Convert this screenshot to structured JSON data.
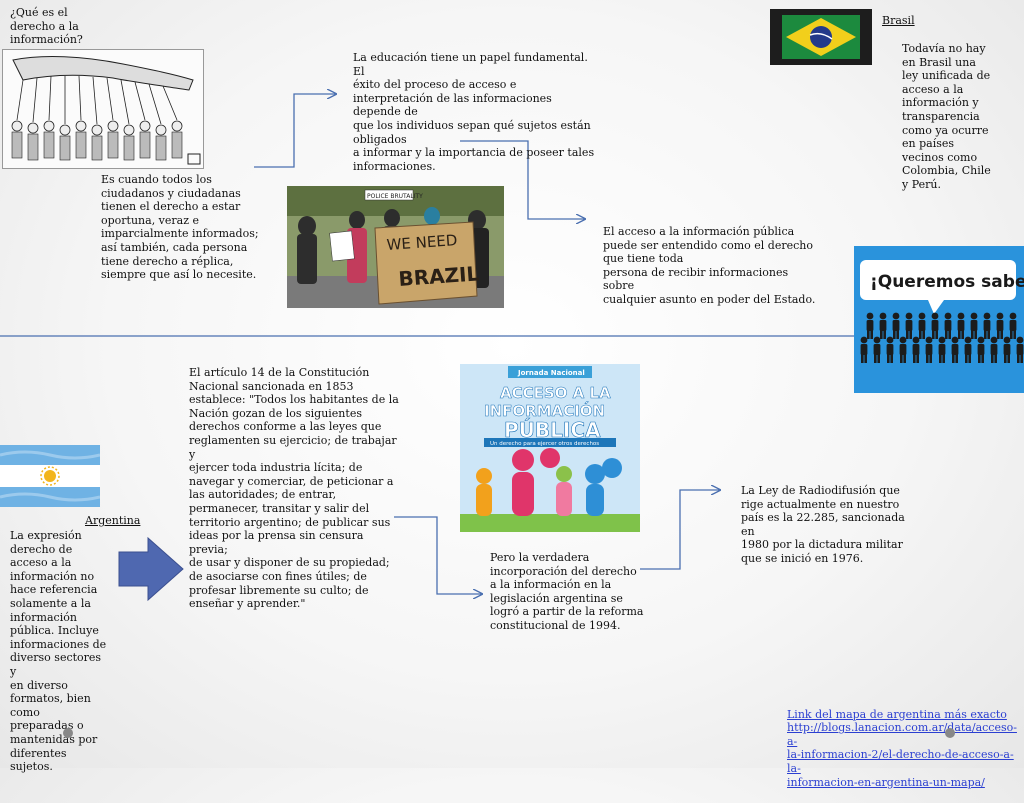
{
  "question_title": "¿Qué es el\nderecho a la\ninformación?",
  "definition_text": "Es cuando todos los\nciudadanos y ciudadanas\ntienen el derecho a estar\noportuna, veraz e\nimparcialmente informados;\nasí también, cada persona\ntiene derecho a réplica,\nsiempre que así lo necesite.",
  "education_text": "La educación tiene un papel fundamental. El\néxito del proceso de acceso e\ninterpretación de las informaciones depende de\nque los individuos sepan qué sujetos están\nobligados\na informar y la importancia de poseer tales\ninformaciones.",
  "public_access_text": "El acceso a la información pública\npuede ser entendido como el derecho\nque tiene toda\npersona de recibir informaciones sobre\ncualquier asunto en poder del Estado.",
  "brasil": {
    "title": "Brasil",
    "text": "Todavía no hay\nen Brasil una\nley unificada de\nacceso a la\ninformación y\ntransparencia\ncomo ya ocurre\nen países\nvecinos como\nColombia, Chile\ny Perú."
  },
  "protest_photo": {
    "sign_text": "WE NEED ... BRAZIL",
    "sign_line1": "WE NEED",
    "sign_line2": "BRAZIL",
    "small_sign": "POLICE BRUTALITY"
  },
  "queremos_banner": {
    "text": "¡Queremos saber!"
  },
  "argentina": {
    "title": "Argentina",
    "text": "La expresión\nderecho de\nacceso a la\ninformación no\nhace referencia\nsolamente a la\ninformación\npública. Incluye\ninformaciones de\ndiverso sectores y\nen diverso\nformatos, bien\ncomo\npreparadas o\nmantenidas por\ndiferentes\nsujetos."
  },
  "article14_text": "El artículo 14 de la Constitución\nNacional sancionada en 1853\nestablece:  \"Todos los habitantes de la\nNación gozan de los siguientes\nderechos conforme a las leyes que\nreglamenten su ejercicio; de trabajar y\nejercer toda industria lícita; de\nnavegar y comerciar, de peticionar a\nlas autoridades; de entrar,\npermanecer, transitar y salir del\nterritorio argentino; de publicar sus\nideas por la prensa sin censura previa;\nde usar y disponer de su propiedad;\nde asociarse con fines útiles; de\nprofesar libremente su culto; de\nenseñar y aprender.\"",
  "poster": {
    "header": "Jornada Nacional",
    "line1": "ACCESO A LA",
    "line2": "INFORMACIÓN",
    "line3": "PÚBLICA",
    "subtitle": "Un derecho para ejercer otros derechos"
  },
  "reform_text": " Pero la verdadera\nincorporación del derecho\na la información en la\nlegislación argentina se\nlogró a partir de la reforma\nconstitucional de 1994.",
  "radio_text": "La Ley de Radiodifusión que\nrige actualmente en nuestro\npaís es la 22.285, sancionada en\n1980 por la dictadura militar\nque se inició en 1976.",
  "link": {
    "label": "Link del mapa de argentina más exacto",
    "url_text": "http://blogs.lanacion.com.ar/data/acceso-a-\nla-informacion-2/el-derecho-de-acceso-a-la-\ninformacion-en-argentina-un-mapa/"
  },
  "colors": {
    "connector": "#4a6fb0",
    "arrow_fill": "#4f68b0",
    "banner_blue": "#2a93dc",
    "link": "#2b3fd1"
  }
}
